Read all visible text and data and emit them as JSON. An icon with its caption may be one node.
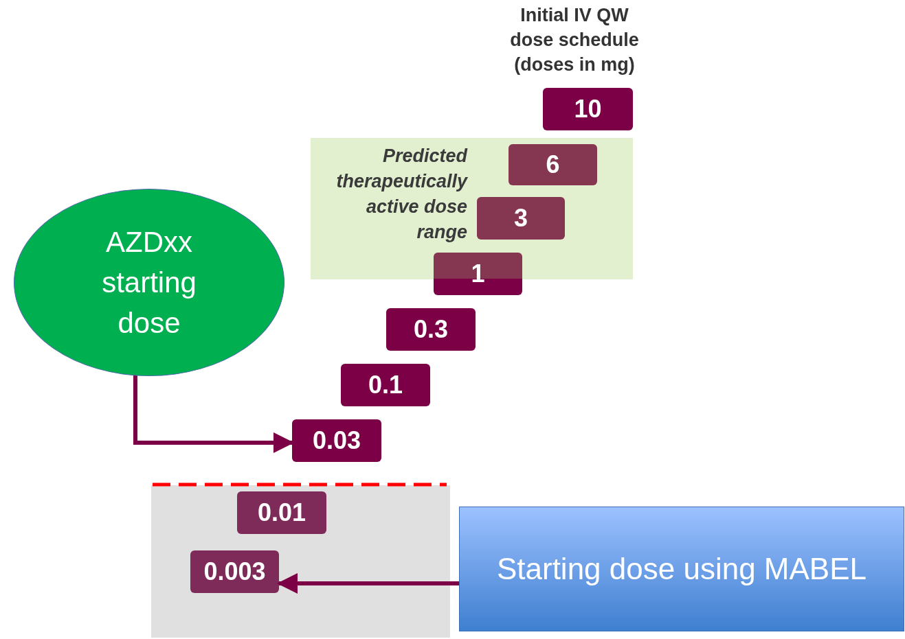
{
  "diagram": {
    "nodes": [
      {
        "text": [
          "10"
        ]
      },
      {
        "text": [
          "Predicted therapeutically active dose range"
        ]
      },
      {
        "text": [
          "6"
        ],
        "in": 1
      },
      {
        "text": [
          "3"
        ],
        "in": 1
      },
      {
        "text": [
          "1"
        ]
      },
      {
        "text": [
          "AZDxx starting dose"
        ]
      },
      {
        "text": [
          "0.3"
        ]
      },
      {
        "text": [
          "0.1"
        ]
      },
      {
        "text": [
          "0.03"
        ]
      },
      {
        "text": [],
        "shape": "box"
      },
      {
        "text": [
          "0.01"
        ],
        "in": 9
      },
      {
        "text": [
          "0.003"
        ],
        "in": 9
      },
      {
        "text": [
          "Starting dose using MABEL"
        ]
      }
    ],
    "edges": [
      {
        "from": 5,
        "to": 8,
        "arrow": "to"
      },
      {
        "from": 12,
        "to": 11,
        "arrow": "to"
      }
    ],
    "labels": [
      "Initial IV QW dose schedule (doses in mg)"
    ]
  }
}
